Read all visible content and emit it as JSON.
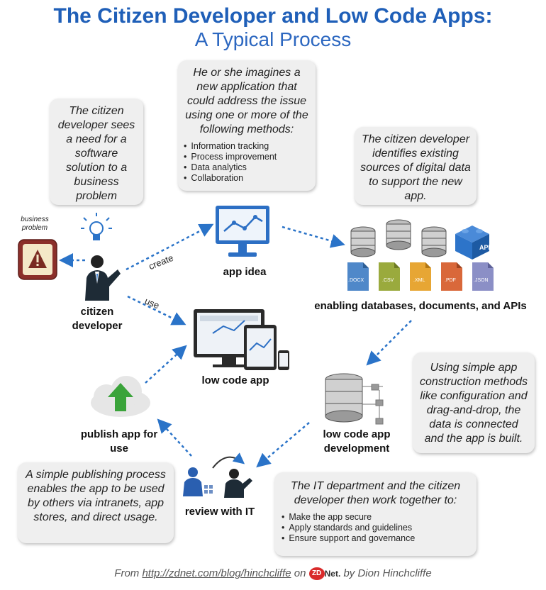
{
  "header": {
    "title": "The Citizen Developer and Low Code Apps:",
    "subtitle": "A Typical Process"
  },
  "notes": {
    "need": "The citizen developer sees a need for a software solution to a business problem",
    "imagine": {
      "text": "He or she imagines a new application that could address the issue using one or more of the following methods:",
      "items": [
        "Information tracking",
        "Process improvement",
        "Data analytics",
        "Collaboration"
      ]
    },
    "sources": "The citizen developer identifies existing sources of digital data to support the new app.",
    "build": "Using simple app construction methods like configuration and drag-and-drop, the data is connected and the app is built.",
    "it": {
      "text": "The IT department and the citizen developer then work together to:",
      "items": [
        "Make the app secure",
        "Apply standards and guidelines",
        "Ensure support and governance"
      ]
    },
    "publish": "A simple publishing process enables the app to be used by others via intranets, app stores, and direct usage."
  },
  "labels": {
    "business_problem": "business problem",
    "citizen_developer": "citizen developer",
    "app_idea": "app idea",
    "enabling": "enabling databases, documents, and APIs",
    "low_code_app": "low code app",
    "low_code_dev": "low code app development",
    "publish": "publish app for use",
    "review": "review with IT",
    "create": "create",
    "use": "use"
  },
  "doc_types": [
    ".DOCX",
    ".CSV",
    ".XML",
    ".PDF",
    ".JSON"
  ],
  "api_label": "API",
  "footer": {
    "from": "From",
    "url": "http://zdnet.com/blog/hinchcliffe",
    "on": "on",
    "logo": "ZD",
    "net": "Net.",
    "by": "by Dion Hinchcliffe"
  },
  "colors": {
    "title": "#1f5fb8",
    "arrow": "#2a73c8",
    "warning": "#8b2f2a",
    "green": "#3aa33a",
    "api": "#2d74c9"
  }
}
